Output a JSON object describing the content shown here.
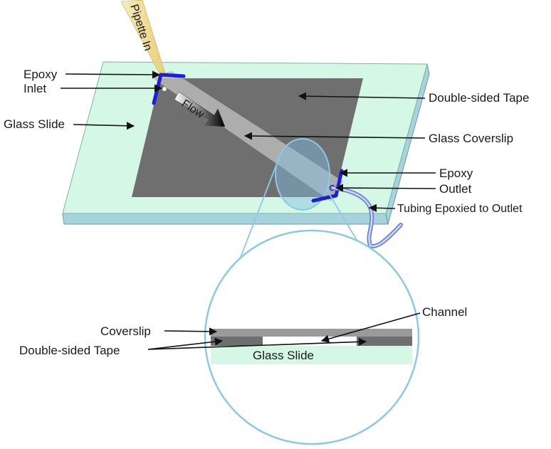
{
  "labels": {
    "pipette": "Pipette In",
    "epoxy_top": "Epoxy",
    "inlet": "Inlet",
    "glass_slide": "Glass Slide",
    "double_sided_tape": "Double-sided Tape",
    "glass_coverslip": "Glass Coverslip",
    "flow": "Flow",
    "epoxy_right": "Epoxy",
    "outlet": "Outlet",
    "tubing": "Tubing Epoxied to Outlet"
  },
  "inset": {
    "channel": "Channel",
    "coverslip": "Coverslip",
    "double_sided_tape": "Double-sided Tape",
    "glass_slide": "Glass Slide"
  },
  "colors": {
    "glass_slide_top": "#d5f7e5",
    "glass_slide_side": "#a7d3dc",
    "tape": "#6f6f6f",
    "coverslip": "#b5b5b5",
    "epoxy": "#1b1fd6",
    "magnifier": "#8cc9e6",
    "pipette": "#f3e3a6"
  }
}
